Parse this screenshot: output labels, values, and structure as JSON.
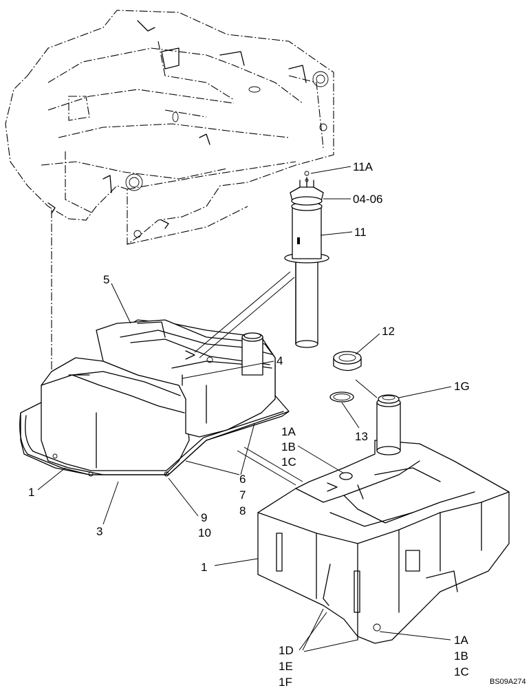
{
  "callouts": {
    "c_11A": "11A",
    "c_0406": "04-06",
    "c_11": "11",
    "c_5": "5",
    "c_12": "12",
    "c_4": "4",
    "c_1G": "1G",
    "c_13": "13",
    "c_1A_top": "1A",
    "c_1B_top": "1B",
    "c_1C_top": "1C",
    "c_1_left": "1",
    "c_6": "6",
    "c_7": "7",
    "c_8": "8",
    "c_3": "3",
    "c_9": "9",
    "c_10": "10",
    "c_1_mid": "1",
    "c_1D": "1D",
    "c_1E": "1E",
    "c_1F": "1F",
    "c_1A_bot": "1A",
    "c_1B_bot": "1B",
    "c_1C_bot": "1C"
  },
  "figure_ref": "BS09A274"
}
